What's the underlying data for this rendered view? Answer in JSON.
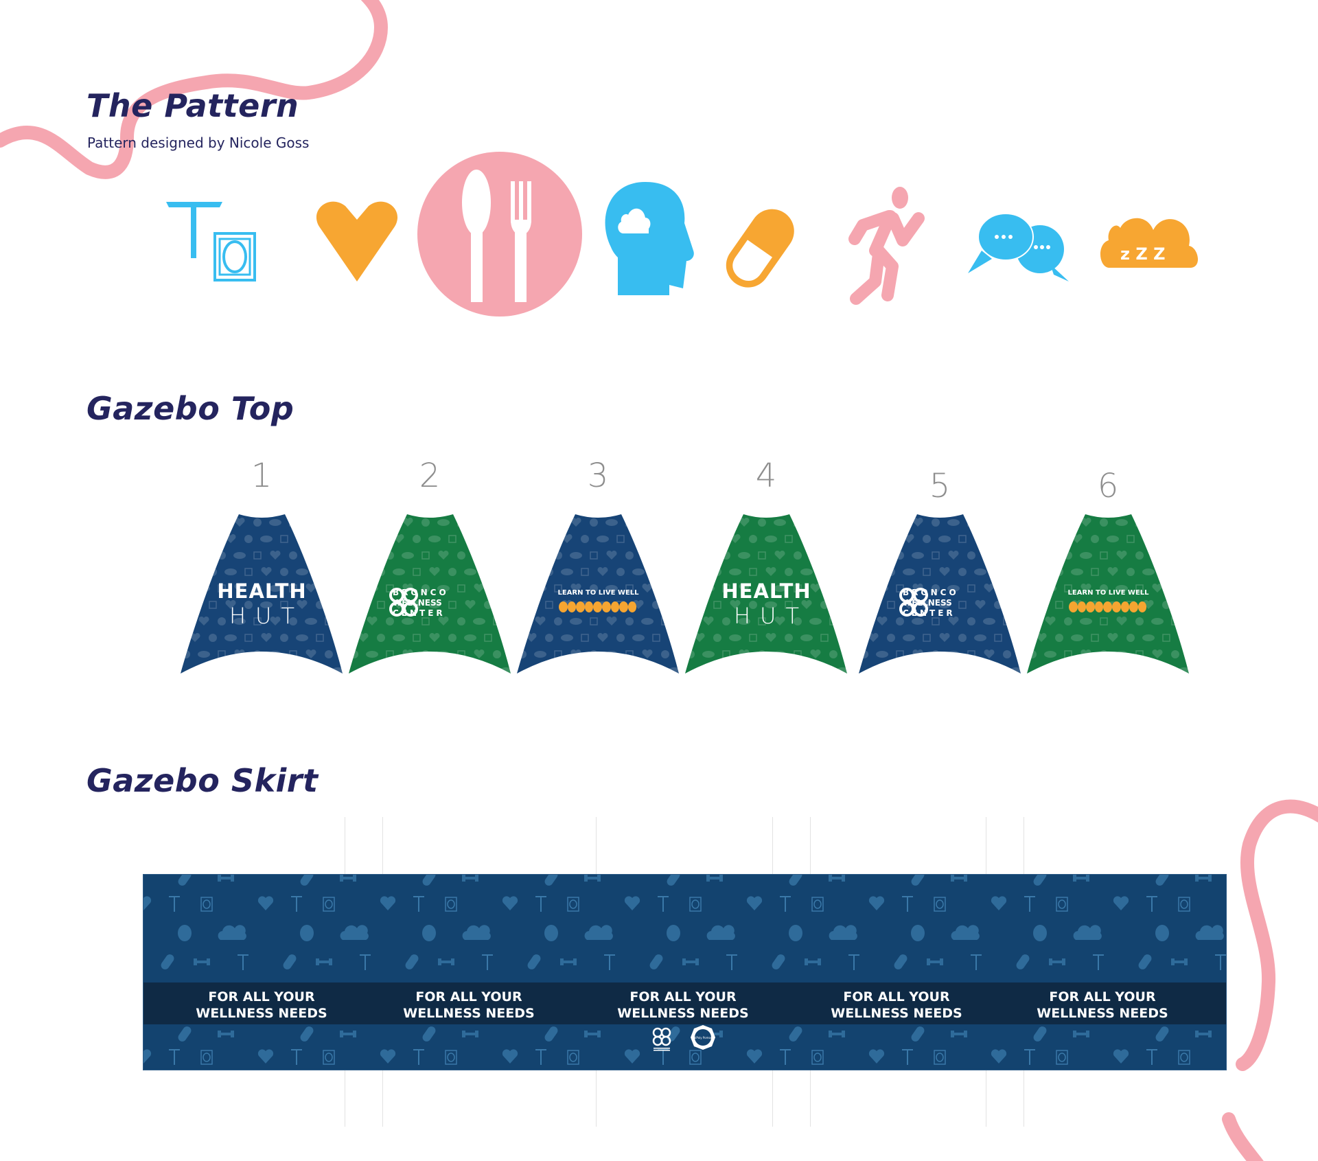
{
  "pattern_section": {
    "title": "The Pattern",
    "subtitle": "Pattern designed by Nicole Goss",
    "icons": [
      {
        "name": "iud-condom-icon",
        "color": "#38bdf0"
      },
      {
        "name": "heart-icon",
        "color": "#f7a632"
      },
      {
        "name": "spoon-fork-icon",
        "color": "#f5a6b0"
      },
      {
        "name": "head-cloud-icon",
        "color": "#38bdf0"
      },
      {
        "name": "pill-icon",
        "color": "#f7a632"
      },
      {
        "name": "runner-icon",
        "color": "#f5a6b0"
      },
      {
        "name": "chat-bubbles-icon",
        "color": "#38bdf0"
      },
      {
        "name": "sleep-cloud-icon",
        "color": "#f7a632",
        "label": "z Z Z"
      }
    ]
  },
  "gazebo_top": {
    "title": "Gazebo Top",
    "panels": [
      {
        "number": "1",
        "color": "#174476",
        "content": "health-hut",
        "line1": "HEALTH",
        "line2": "HUT"
      },
      {
        "number": "2",
        "color": "#167c43",
        "content": "bronco",
        "line1": "BRONCO",
        "line2": "WELLNESS",
        "line3": "CENTER"
      },
      {
        "number": "3",
        "color": "#174476",
        "content": "learn",
        "line1": "LEARN TO LIVE WELL"
      },
      {
        "number": "4",
        "color": "#167c43",
        "content": "health-hut",
        "line1": "HEALTH",
        "line2": "HUT"
      },
      {
        "number": "5",
        "color": "#174476",
        "content": "bronco",
        "line1": "BRONCO",
        "line2": "WELLNESS",
        "line3": "CENTER"
      },
      {
        "number": "6",
        "color": "#167c43",
        "content": "learn",
        "line1": "LEARN TO LIVE WELL"
      }
    ]
  },
  "gazebo_skirt": {
    "title": "Gazebo Skirt",
    "slogans": [
      {
        "line1": "FOR ALL YOUR",
        "line2": "WELLNESS NEEDS"
      },
      {
        "line1": "FOR ALL YOUR",
        "line2": "WELLNESS NEEDS"
      },
      {
        "line1": "FOR ALL YOUR",
        "line2": "WELLNESS NEEDS"
      },
      {
        "line1": "FOR ALL YOUR",
        "line2": "WELLNESS NEEDS"
      },
      {
        "line1": "FOR ALL YOUR",
        "line2": "WELLNESS NEEDS"
      }
    ],
    "logos": {
      "cal_poly": "CalPoly Pomona"
    }
  },
  "colors": {
    "heading": "#24245e",
    "decor_curve": "#f5a6b0",
    "skirt_bg": "#13436f",
    "skirt_band": "#0f2a45"
  }
}
